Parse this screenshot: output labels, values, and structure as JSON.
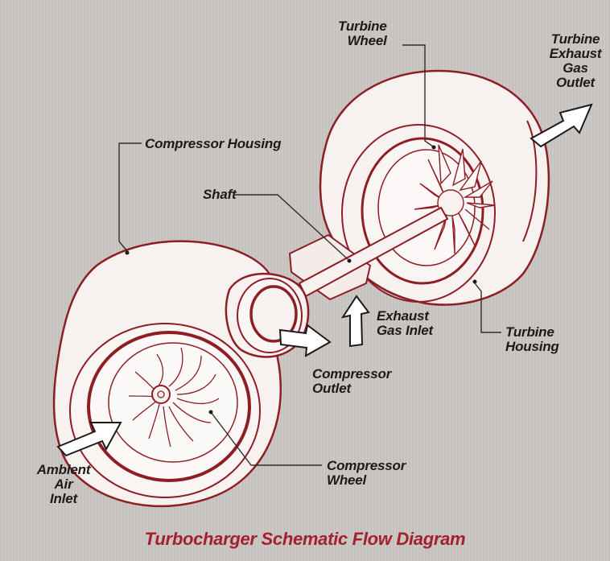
{
  "title": "Turbocharger Schematic Flow Diagram",
  "labels": {
    "turbine_wheel": "Turbine\nWheel",
    "turbine_exhaust_gas_outlet": "Turbine\nExhaust\nGas\nOutlet",
    "compressor_housing": "Compressor Housing",
    "shaft": "Shaft",
    "exhaust_gas_inlet": "Exhaust\nGas Inlet",
    "turbine_housing": "Turbine\nHousing",
    "compressor_outlet": "Compressor\nOutlet",
    "compressor_wheel": "Compressor\nWheel",
    "ambient_air_inlet": "Ambient\nAir\nInlet"
  },
  "colors": {
    "background": "#c9c6c3",
    "housing_fill": "#f7f2f0",
    "housing_stroke": "#8f1d24",
    "leader": "#3a2a2a",
    "title": "#a3212b"
  }
}
